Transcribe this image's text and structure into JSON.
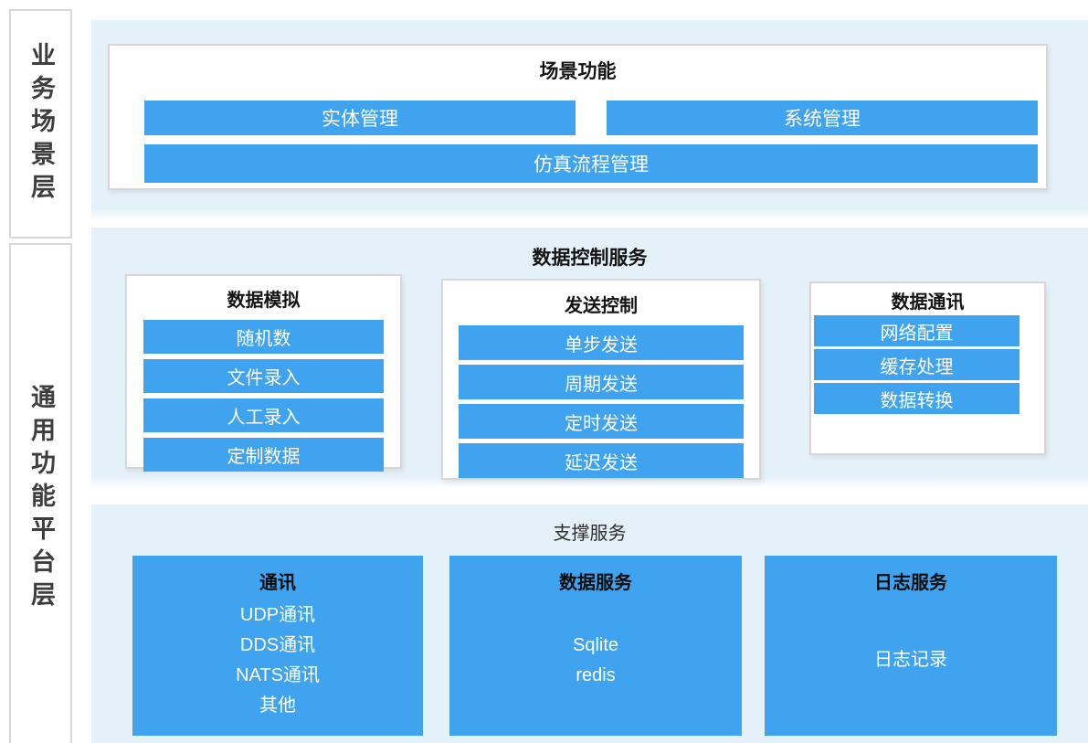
{
  "diagram": {
    "layers": {
      "business": "业务场景层",
      "platform": "通用功能平台层"
    },
    "scene_panel": {
      "title": "场景功能",
      "bar_entity": "实体管理",
      "bar_system": "系统管理",
      "bar_flow": "仿真流程管理"
    },
    "data_control_panel": {
      "title": "数据控制服务",
      "groups": [
        {
          "title": "数据模拟",
          "items": [
            "随机数",
            "文件录入",
            "人工录入",
            "定制数据"
          ]
        },
        {
          "title": "发送控制",
          "items": [
            "单步发送",
            "周期发送",
            "定时发送",
            "延迟发送"
          ]
        },
        {
          "title": "数据通讯",
          "items": [
            "网络配置",
            "缓存处理",
            "数据转换"
          ]
        }
      ]
    },
    "support_panel": {
      "title": "支撑服务",
      "groups": [
        {
          "title": "通讯",
          "items": [
            "UDP通讯",
            "DDS通讯",
            "NATS通讯",
            "其他"
          ]
        },
        {
          "title": "数据服务",
          "items": [
            "Sqlite",
            "redis"
          ]
        },
        {
          "title": "日志服务",
          "items": [
            "日志记录"
          ]
        }
      ]
    },
    "colors": {
      "accent_blue": "#3fa3ef",
      "panel_blue": "#e4f1f9",
      "border_gray": "#d7d7d7"
    }
  }
}
